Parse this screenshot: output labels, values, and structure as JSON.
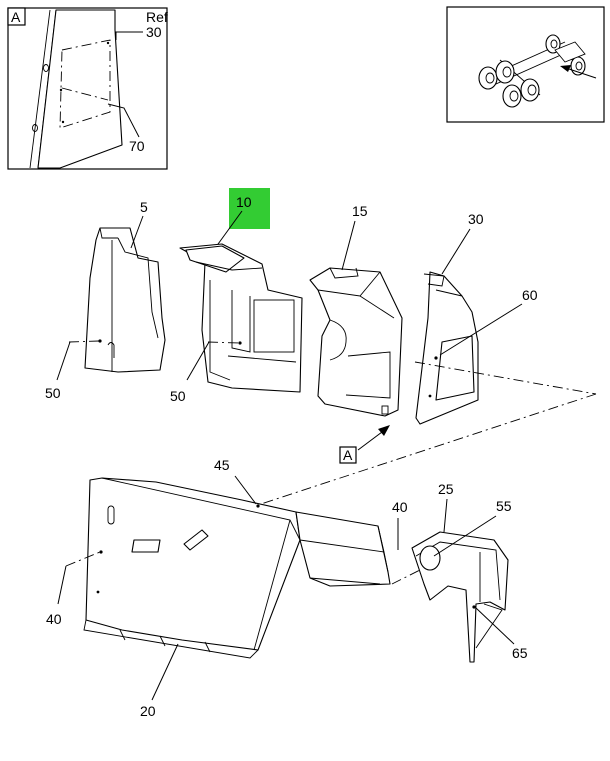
{
  "detail_view": {
    "tag": "A",
    "ref_label": "Ref",
    "callout_30": "30",
    "callout_70": "70"
  },
  "callouts": {
    "c5": "5",
    "c10": "10",
    "c15": "15",
    "c30": "30",
    "c60": "60",
    "c50_left": "50",
    "c50_mid": "50",
    "c45": "45",
    "c40_mid": "40",
    "c40_left": "40",
    "c25": "25",
    "c55": "55",
    "c65": "65",
    "c20": "20"
  },
  "view_ref_tag": "A",
  "colors": {
    "highlight": "#33cc33",
    "line": "#000000",
    "background": "#ffffff"
  }
}
